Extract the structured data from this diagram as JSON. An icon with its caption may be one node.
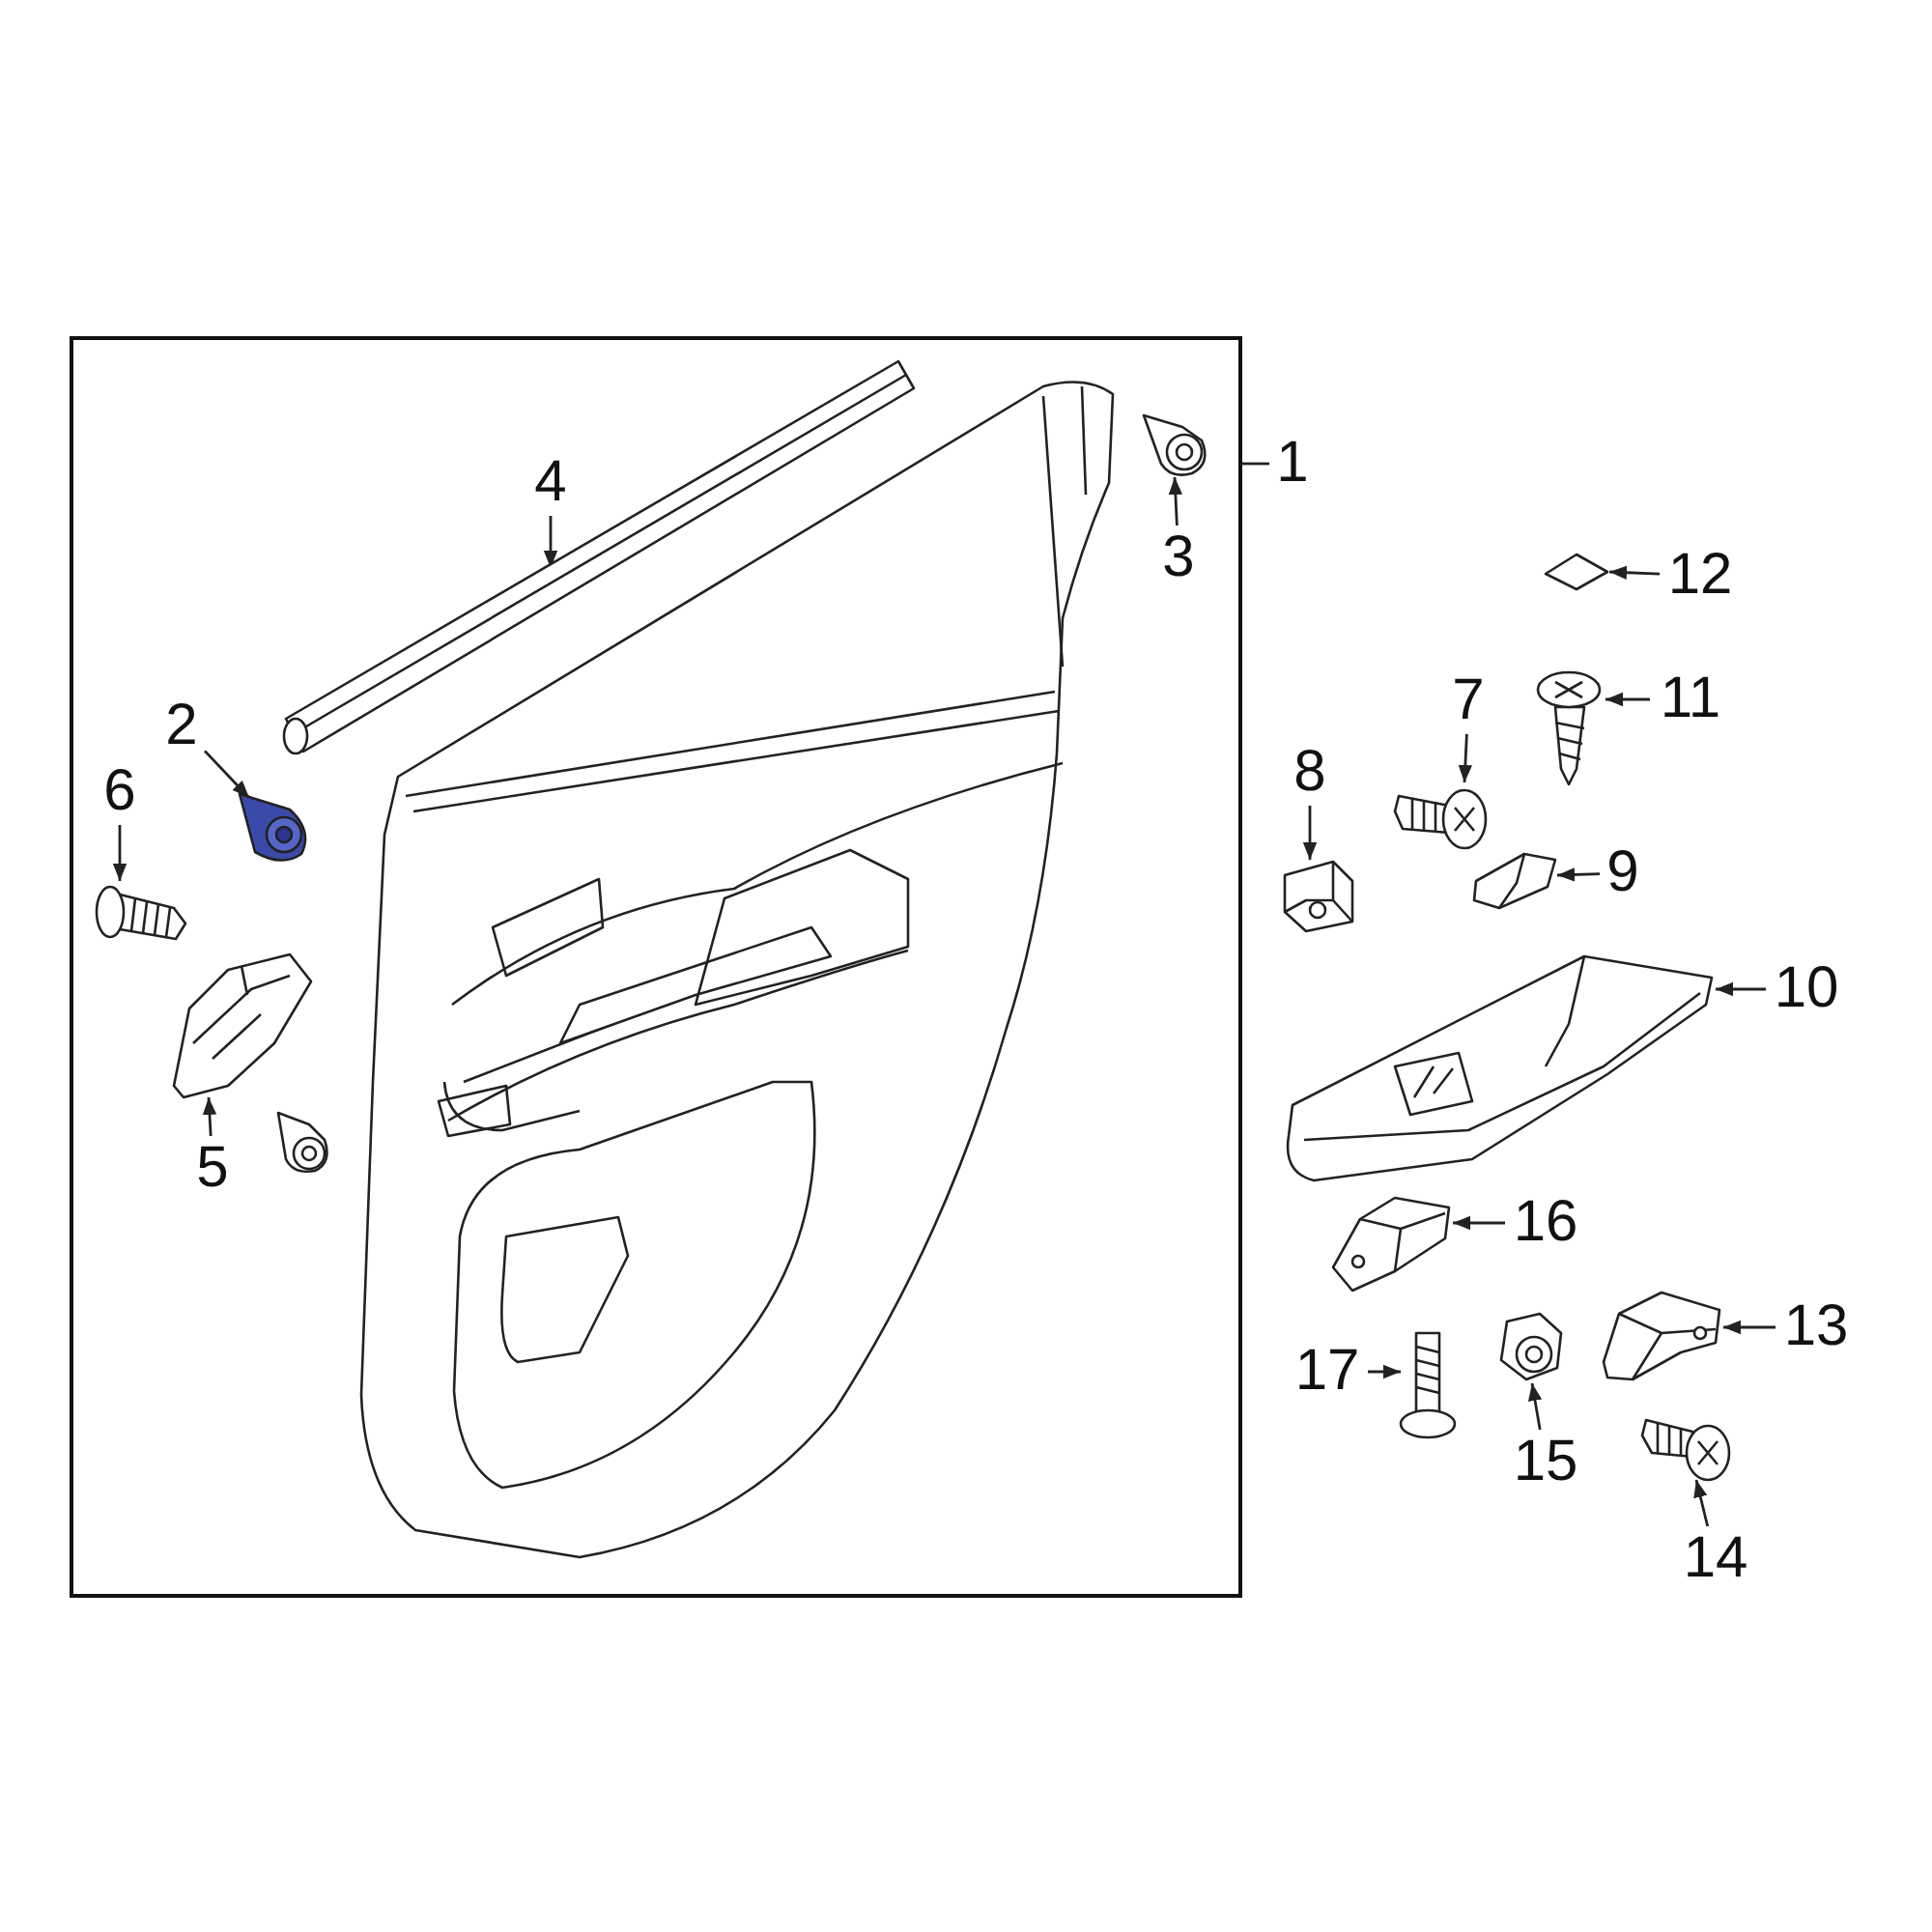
{
  "diagram": {
    "nodes": [
      {
        "text": [],
        "shape": "box"
      },
      {
        "text": [
          "1"
        ]
      },
      {
        "text": [
          "4"
        ],
        "in": 0
      },
      {
        "text": [],
        "shape": "picture",
        "in": 0
      },
      {
        "text": [
          "3"
        ],
        "in": 0
      },
      {
        "text": [],
        "shape": "picture",
        "in": 0
      },
      {
        "text": [
          "2"
        ],
        "in": 0
      },
      {
        "text": [],
        "shape": "picture",
        "in": 0
      },
      {
        "text": [
          "6"
        ],
        "in": 0
      },
      {
        "text": [],
        "shape": "picture",
        "in": 0
      },
      {
        "text": [
          "5"
        ],
        "in": 0
      },
      {
        "text": [],
        "shape": "picture",
        "in": 0
      },
      {
        "text": [
          "12"
        ]
      },
      {
        "text": [],
        "shape": "picture"
      },
      {
        "text": [
          "11"
        ]
      },
      {
        "text": [],
        "shape": "picture"
      },
      {
        "text": [
          "7"
        ]
      },
      {
        "text": [],
        "shape": "picture"
      },
      {
        "text": [
          "8"
        ]
      },
      {
        "text": [],
        "shape": "picture"
      },
      {
        "text": [
          "9"
        ]
      },
      {
        "text": [],
        "shape": "picture"
      },
      {
        "text": [
          "10"
        ]
      },
      {
        "text": [],
        "shape": "picture"
      },
      {
        "text": [
          "16"
        ]
      },
      {
        "text": [],
        "shape": "picture"
      },
      {
        "text": [
          "13"
        ]
      },
      {
        "text": [],
        "shape": "picture"
      },
      {
        "text": [
          "17"
        ]
      },
      {
        "text": [],
        "shape": "picture"
      },
      {
        "text": [
          "15"
        ]
      },
      {
        "text": [],
        "shape": "picture"
      },
      {
        "text": [
          "14"
        ]
      },
      {
        "text": [],
        "shape": "picture"
      }
    ],
    "edges": [
      {
        "from": 1,
        "to": 0,
        "arrow": "none"
      },
      {
        "from": 2,
        "to": 3,
        "arrow": "to"
      },
      {
        "from": 4,
        "to": 5,
        "arrow": "to"
      },
      {
        "from": 6,
        "to": 7,
        "arrow": "to"
      },
      {
        "from": 8,
        "to": 9,
        "arrow": "to"
      },
      {
        "from": 10,
        "to": 11,
        "arrow": "to"
      },
      {
        "from": 12,
        "to": 13,
        "arrow": "to"
      },
      {
        "from": 14,
        "to": 15,
        "arrow": "to"
      },
      {
        "from": 16,
        "to": 17,
        "arrow": "to"
      },
      {
        "from": 18,
        "to": 19,
        "arrow": "to"
      },
      {
        "from": 20,
        "to": 21,
        "arrow": "to"
      },
      {
        "from": 22,
        "to": 23,
        "arrow": "to"
      },
      {
        "from": 24,
        "to": 25,
        "arrow": "to"
      },
      {
        "from": 26,
        "to": 27,
        "arrow": "to"
      },
      {
        "from": 28,
        "to": 29,
        "arrow": "to"
      },
      {
        "from": 30,
        "to": 31,
        "arrow": "to"
      },
      {
        "from": 32,
        "to": 33,
        "arrow": "to"
      }
    ]
  }
}
